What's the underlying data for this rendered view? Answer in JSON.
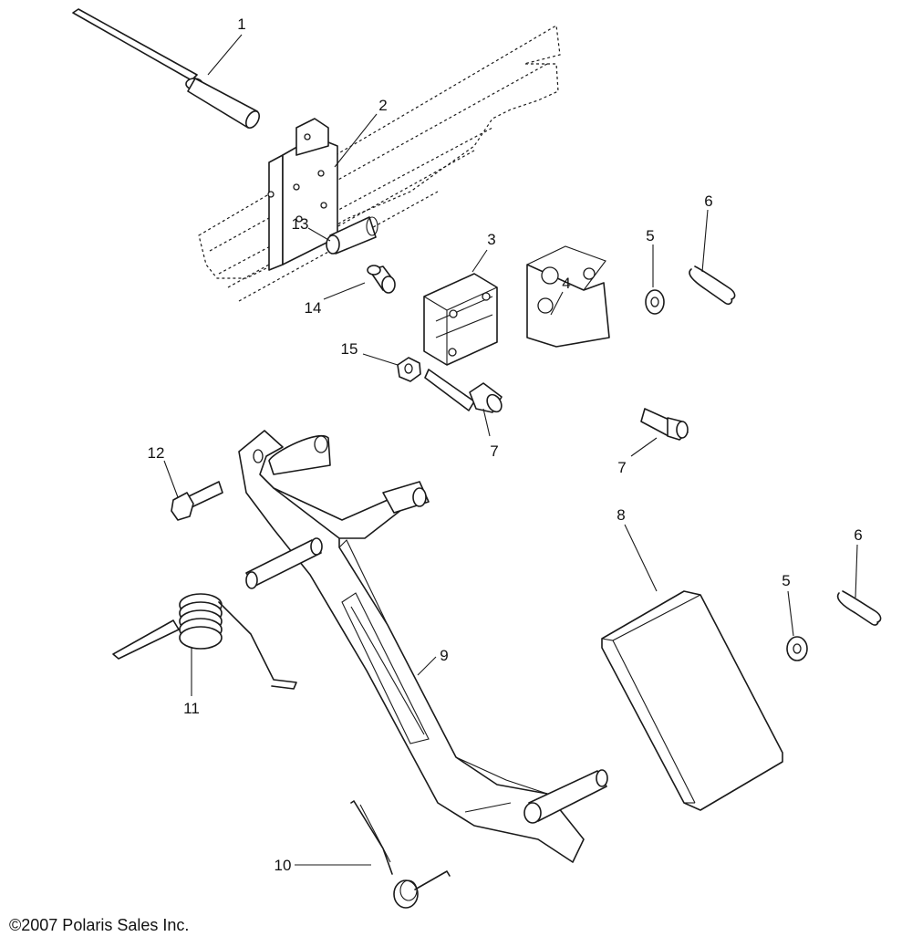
{
  "callouts": {
    "c1": "1",
    "c2": "2",
    "c3": "3",
    "c4": "4",
    "c5a": "5",
    "c5b": "5",
    "c6a": "6",
    "c6b": "6",
    "c7a": "7",
    "c7b": "7",
    "c8": "8",
    "c9": "9",
    "c10": "10",
    "c11": "11",
    "c12": "12",
    "c13": "13",
    "c14": "14",
    "c15": "15"
  },
  "copyright": "©2007 Polaris Sales Inc."
}
